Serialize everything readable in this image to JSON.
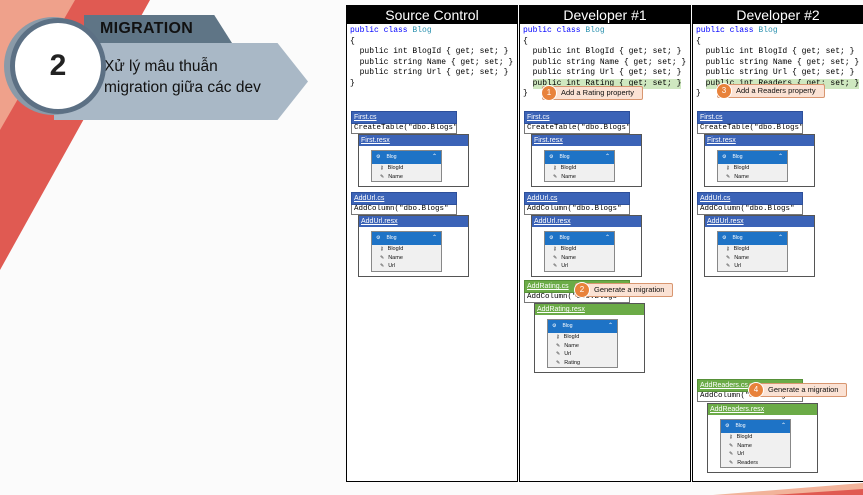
{
  "header": {
    "step_number": "2",
    "title": "MIGRATION",
    "subtitle_line1": "Xử lý mâu thuẫn",
    "subtitle_line2": "migration giữa các dev"
  },
  "columns": [
    {
      "title": "Source Control"
    },
    {
      "title": "Developer #1"
    },
    {
      "title": "Developer #2"
    }
  ],
  "code": {
    "line1_kw": "public class",
    "line1_type": "Blog",
    "brace_open": "{",
    "brace_close": "}",
    "prop_blogid": "public int BlogId { get; set; }",
    "prop_name": "public string Name { get; set; }",
    "prop_url": "public string Url { get; set; }",
    "prop_rating": "public int Rating { get; set; }",
    "prop_readers": "public int Readers { get; set; }"
  },
  "files": {
    "first_cs": "First.cs",
    "first_cs_body": "CreateTable(\"dbo.Blogs\"",
    "first_resx": "First.resx",
    "addurl_cs": "AddUrl.cs",
    "addurl_cs_body": "AddColumn(\"dbo.Blogs\"",
    "addurl_resx": "AddUrl.resx",
    "addrating_cs": "AddRating.cs",
    "addrating_cs_body": "AddColumn(\"dbo.Blogs\"",
    "addrating_resx": "AddRating.resx",
    "addreaders_cs": "AddReaders.cs",
    "addreaders_cs_body": "AddColumn(\"dbo.Blogs\"",
    "addreaders_resx": "AddReaders.resx"
  },
  "entity": {
    "name": "Blog",
    "props": {
      "blogid": "BlogId",
      "name": "Name",
      "url": "Url",
      "rating": "Rating",
      "readers": "Readers"
    }
  },
  "callouts": [
    {
      "num": "1",
      "text": "Add a Rating property"
    },
    {
      "num": "2",
      "text": "Generate a migration"
    },
    {
      "num": "3",
      "text": "Add a Readers property"
    },
    {
      "num": "4",
      "text": "Generate a migration"
    }
  ],
  "colors": {
    "accent_red": "#e05a52",
    "accent_peach": "#f2b39a",
    "file_blue": "#3b63b7",
    "file_green": "#6bab47",
    "entity_blue": "#1e73c6",
    "callout_orange": "#e8823b"
  }
}
